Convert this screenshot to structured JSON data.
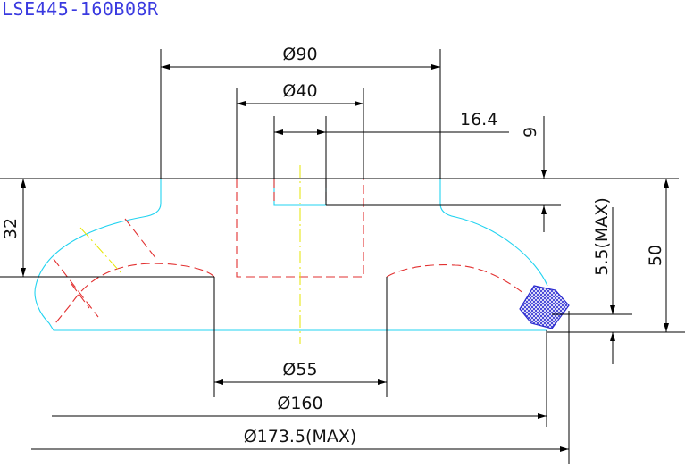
{
  "title": "LSE445-160B08R",
  "colors": {
    "title": "#3a3ae0",
    "outline": "#22d3f0",
    "hidden": "#e23030",
    "centerline": "#e6e600",
    "hatch": "#2b2bd0",
    "dimension": "#000000"
  },
  "dimensions": {
    "d90": "Ø90",
    "d40": "Ø40",
    "w16_4": "16.4",
    "h9": "9",
    "h32": "32",
    "h5_5": "5.5(MAX)",
    "h50": "50",
    "d55": "Ø55",
    "d160": "Ø160",
    "d173_5": "Ø173.5(MAX)"
  }
}
